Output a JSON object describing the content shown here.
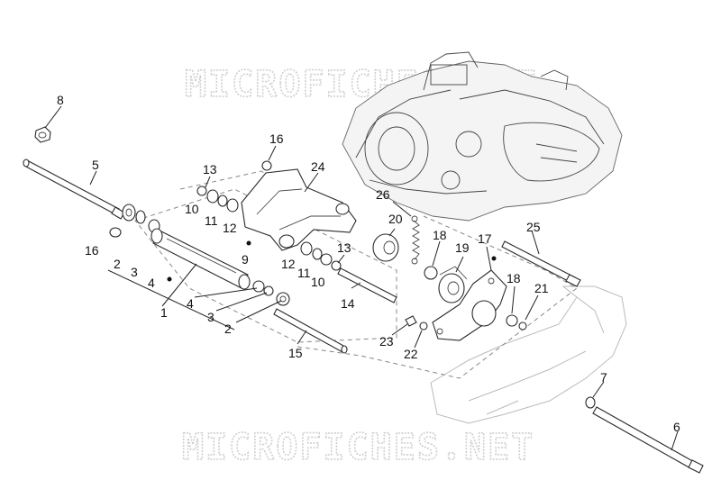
{
  "watermark": {
    "text": "MICROFICHES.NET"
  },
  "callouts": {
    "c1": "1",
    "c2a": "2",
    "c2b": "2",
    "c3a": "3",
    "c3b": "3",
    "c4a": "4",
    "c4b": "4",
    "c5": "5",
    "c6": "6",
    "c7": "7",
    "c8": "8",
    "c9": "9",
    "c10a": "10",
    "c10b": "10",
    "c11a": "11",
    "c11b": "11",
    "c12a": "12",
    "c12b": "12",
    "c13a": "13",
    "c13b": "13",
    "c14": "14",
    "c15": "15",
    "c16a": "16",
    "c16b": "16",
    "c17": "17",
    "c18a": "18",
    "c18b": "18",
    "c19": "19",
    "c20": "20",
    "c21": "21",
    "c22": "22",
    "c23": "23",
    "c24": "24",
    "c25": "25",
    "c26": "26"
  },
  "colors": {
    "ink": "#2a2a2a",
    "watermark": "#cfcfcf",
    "dash": "#888888"
  }
}
